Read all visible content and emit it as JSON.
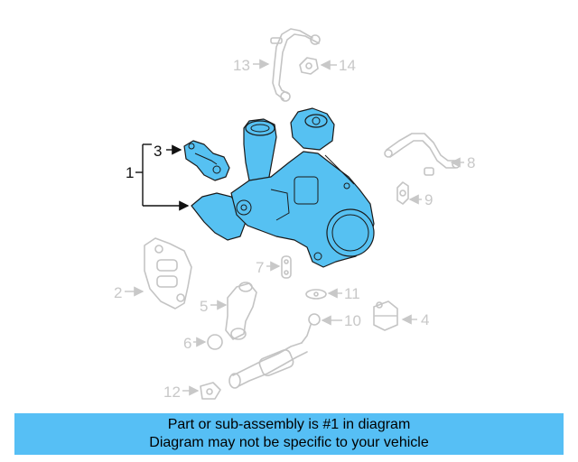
{
  "callouts": {
    "c1": "1",
    "c2": "2",
    "c3": "3",
    "c4": "4",
    "c5": "5",
    "c6": "6",
    "c7": "7",
    "c8": "8",
    "c9": "9",
    "c10": "10",
    "c11": "11",
    "c12": "12",
    "c13": "13",
    "c14": "14"
  },
  "colors": {
    "highlight": "#56c1f2",
    "banner": "#56bff5",
    "ghost": "#c4c4c4"
  },
  "banner": {
    "line1": "Part or sub-assembly is #1 in diagram",
    "line2": "Diagram may not be specific to your vehicle"
  }
}
